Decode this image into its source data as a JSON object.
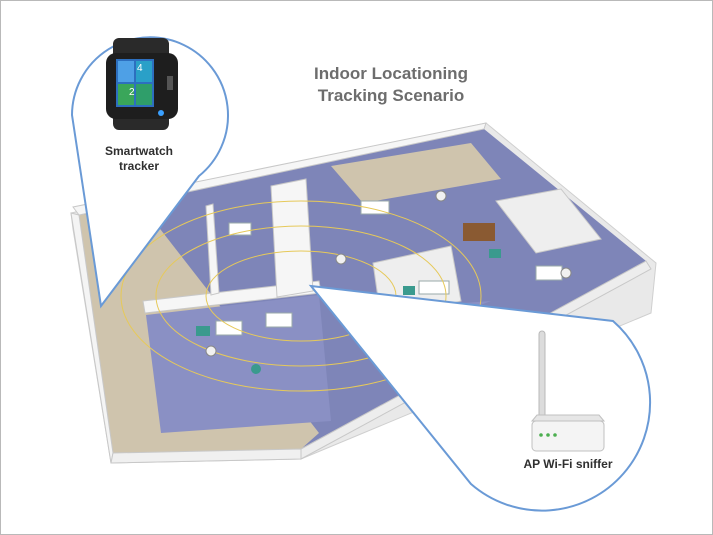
{
  "title_line1": "Indoor Locationing",
  "title_line2": "Tracking Scenario",
  "smartwatch_label_line1": "Smartwatch",
  "smartwatch_label_line2": "tracker",
  "smartwatch_screen_digits": [
    "4",
    "2"
  ],
  "ap_label": "AP Wi-Fi sniffer",
  "colors": {
    "callout_outline": "#6a9ad6",
    "floor": "#7e85b8",
    "wall": "#f4f4f4",
    "signal_rings": "#e6c95a",
    "title_text": "#6d6d6d"
  }
}
